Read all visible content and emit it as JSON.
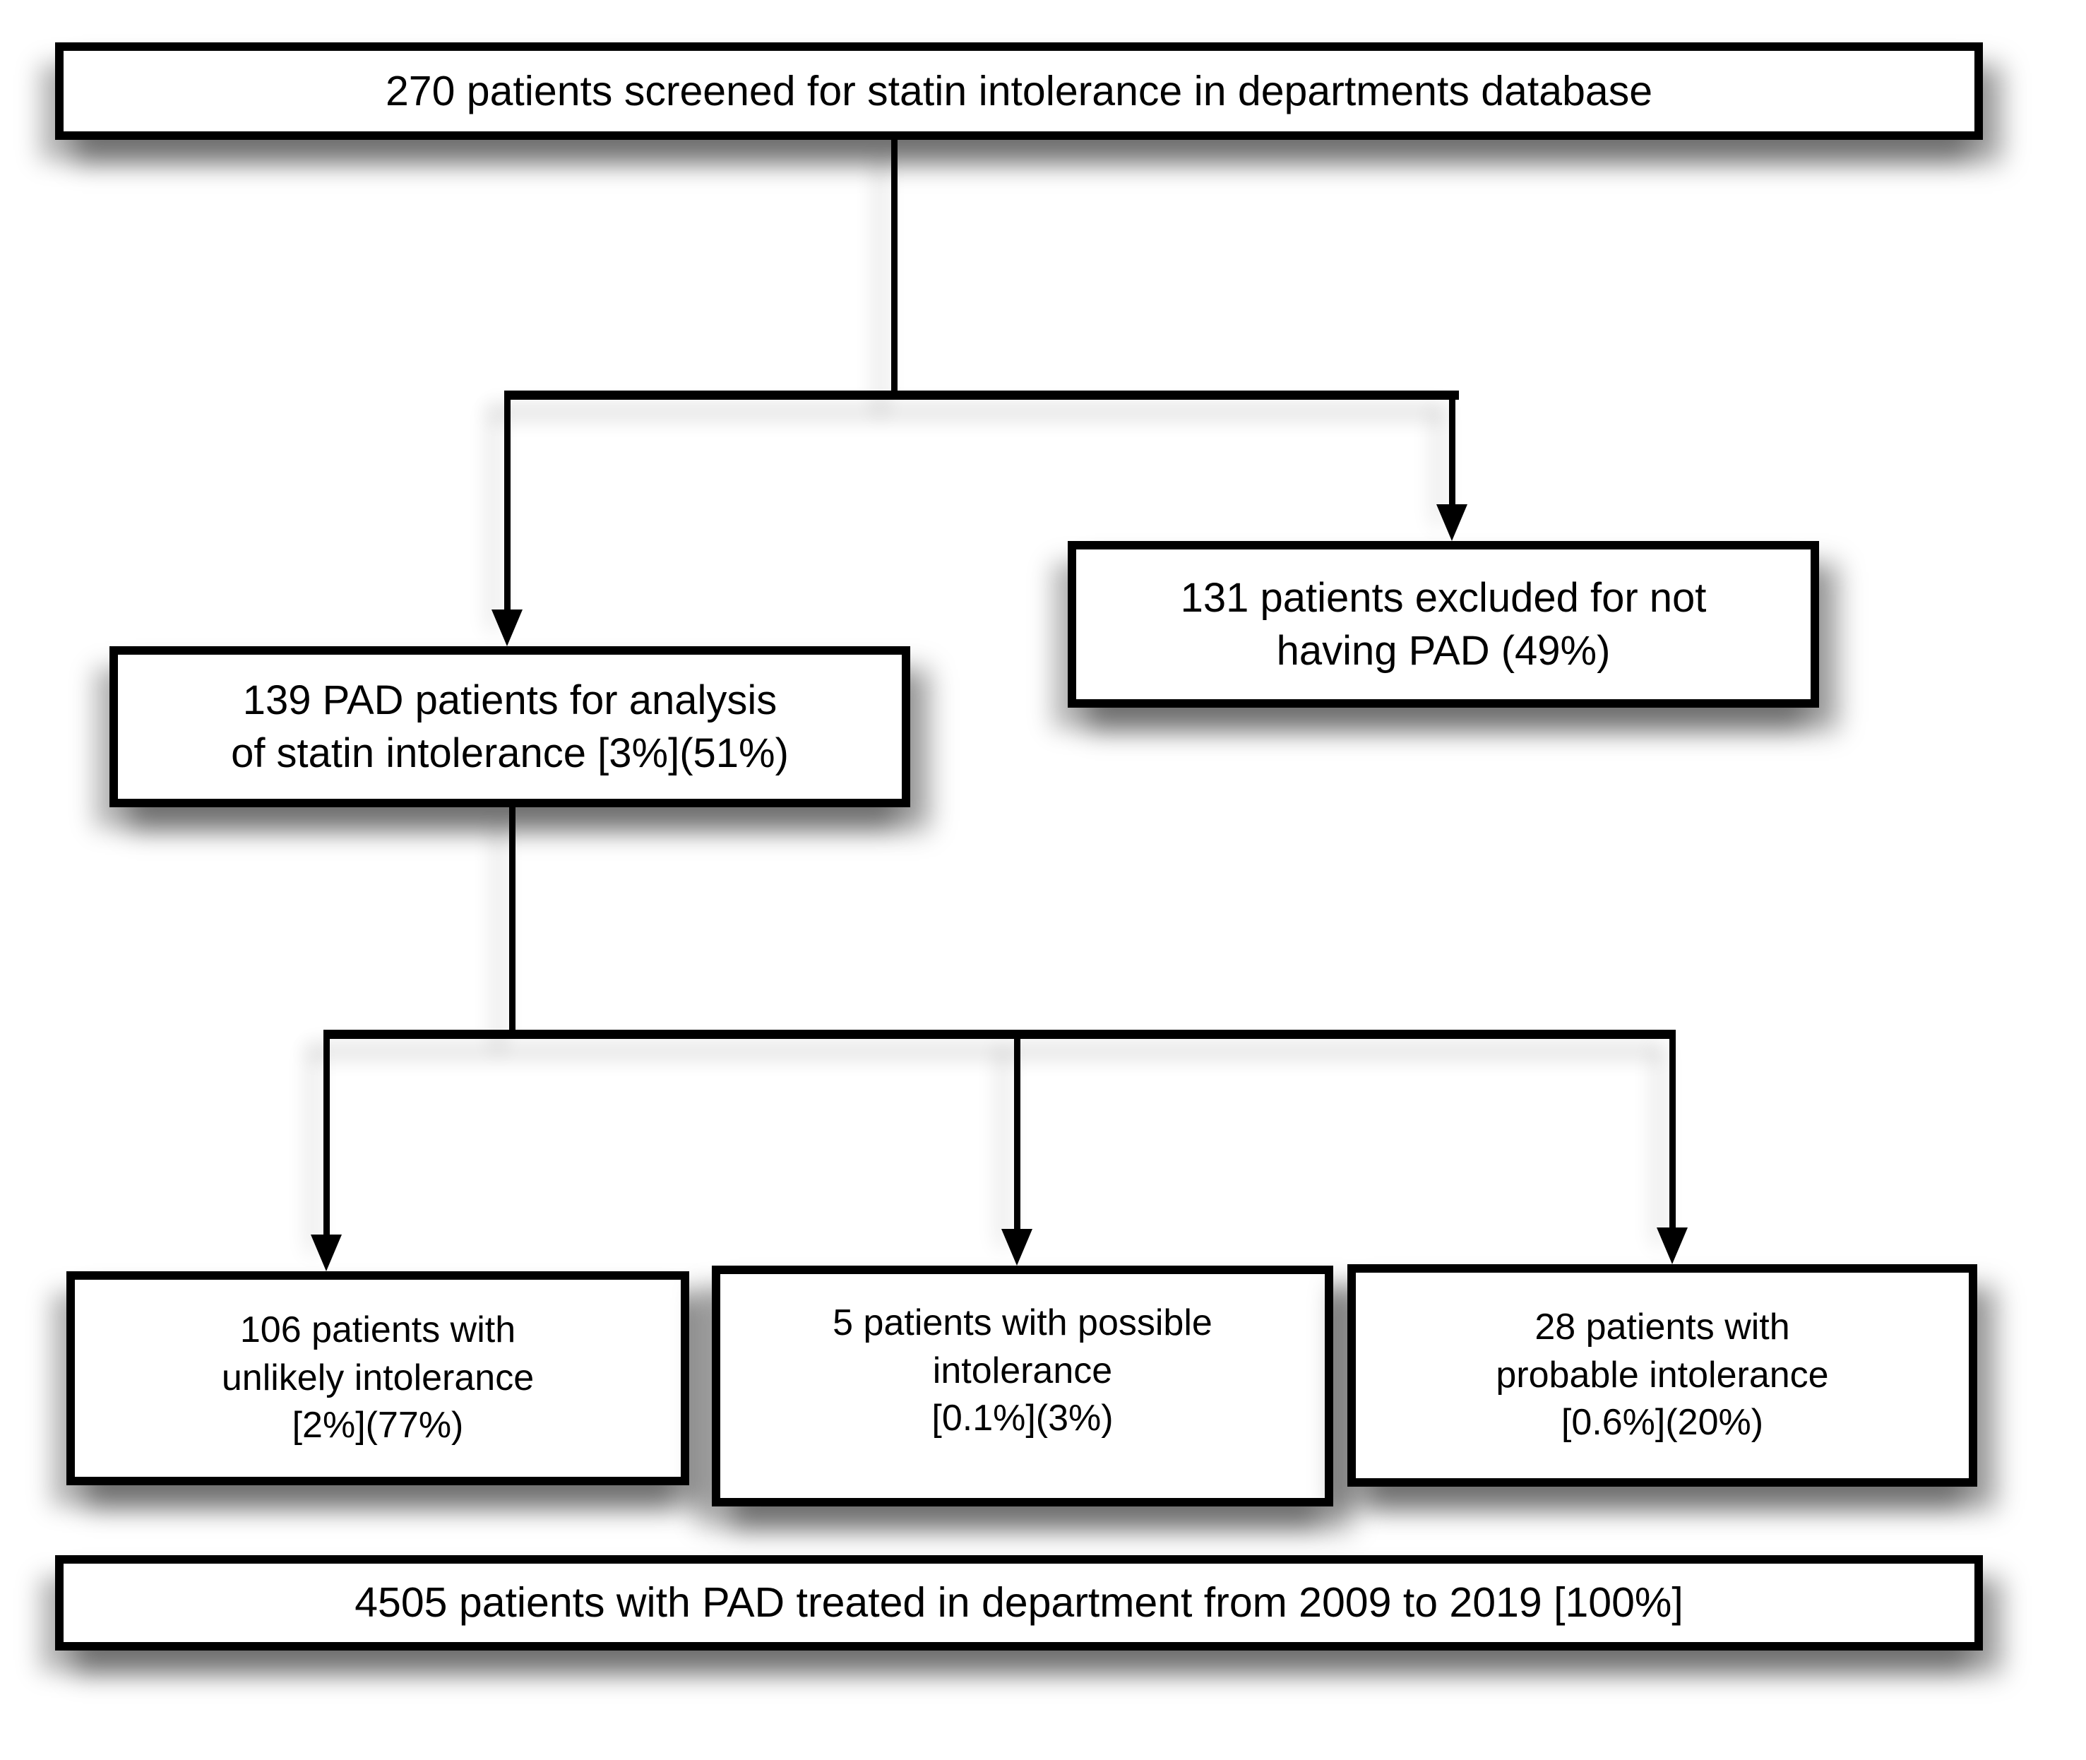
{
  "boxes": {
    "screened": {
      "lines": [
        "270 patients screened for statin intolerance in departments database"
      ]
    },
    "excluded": {
      "lines": [
        "131 patients excluded for not",
        "having PAD (49%)"
      ]
    },
    "pad_analysis": {
      "lines": [
        "139 PAD patients for analysis",
        "of statin intolerance [3%](51%)"
      ]
    },
    "unlikely": {
      "lines": [
        "106 patients with",
        "unlikely intolerance",
        "[2%](77%)"
      ]
    },
    "possible": {
      "lines": [
        "5 patients with possible",
        "intolerance",
        "[0.1%](3%)"
      ]
    },
    "probable": {
      "lines": [
        "28 patients with",
        "probable intolerance",
        "[0.6%](20%)"
      ]
    },
    "total": {
      "lines": [
        "4505 patients with PAD treated in department from 2009 to 2019 [100%]"
      ]
    }
  },
  "colors": {
    "background": "#ffffff",
    "box_fill": "#ffffff",
    "box_border": "#000000",
    "text": "#000000",
    "connector": "#000000",
    "shadow": "#8c8c8c"
  }
}
